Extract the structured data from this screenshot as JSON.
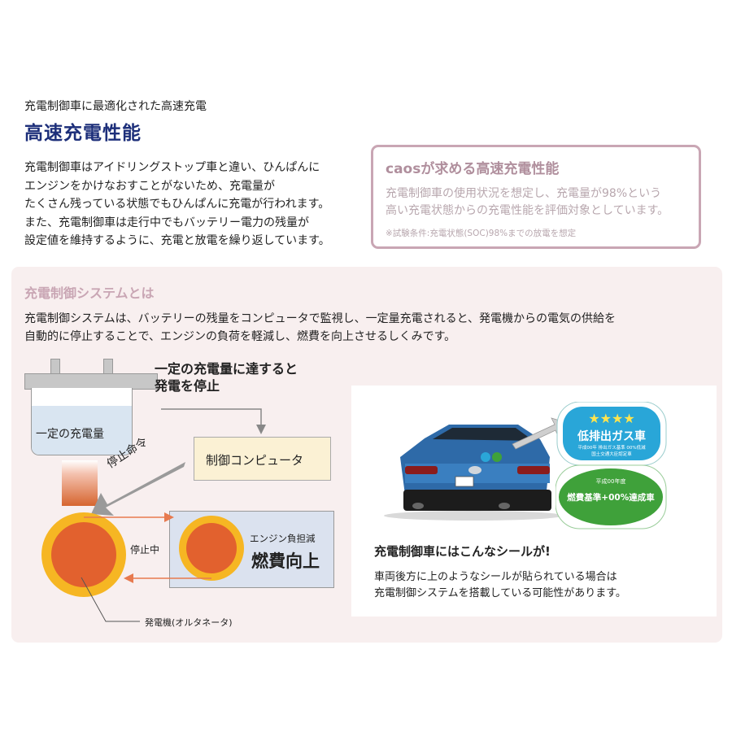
{
  "header": {
    "subtitle": "充電制御車に最適化された高速充電",
    "title": "高速充電性能",
    "intro": "充電制御車はアイドリングストップ車と違い、ひんぱんに\nエンジンをかけなおすことがないため、充電量が\nたくさん残っている状態でもひんぱんに充電が行われます。\nまた、充電制御車は走行中でもバッテリー電力の残量が\n設定値を維持するように、充電と放電を繰り返しています。"
  },
  "callout": {
    "title": "caosが求める高速充電性能",
    "body": "充電制御車の使用状況を想定し、充電量が98%という\n高い充電状態からの充電性能を評価対象としています。",
    "note": "※試験条件:充電状態(SOC)98%までの放電を想定",
    "border_color": "#c9a6b4"
  },
  "system": {
    "title": "充電制御システムとは",
    "description": "充電制御システムは、バッテリーの残量をコンピュータで監視し、一定量充電されると、発電機からの電気の供給を\n自動的に停止することで、エンジンの負荷を軽減し、燃費を向上させるしくみです。"
  },
  "diagram": {
    "battery_label": "一定の充電量",
    "stop_condition": "一定の充電量に達すると\n発電を停止",
    "computer_label": "制御コンピュータ",
    "stop_command": "停止命令",
    "stopping": "停止中",
    "reduce_small": "エンジン負担減",
    "reduce_big": "燃費向上",
    "alternator_label": "発電機(オルタネータ)",
    "alternator_color": "#e2612e",
    "ring_color": "#f6b623"
  },
  "sticker_photo": {
    "sticker1_text": "低排出ガス車",
    "sticker1_small": "平成00年 排出ガス基準 00%低減",
    "sticker1_small2": "国土交通大臣認定車",
    "sticker2_top": "平成00年度",
    "sticker2_text": "燃費基準+00%達成車",
    "title": "充電制御車にはこんなシールが!",
    "caption": "車両後方に上のようなシールが貼られている場合は\n充電制御システムを搭載している可能性があります。"
  }
}
